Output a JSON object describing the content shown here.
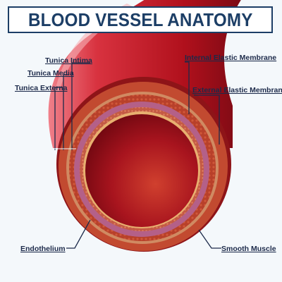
{
  "title": "BLOOD VESSEL ANATOMY",
  "labels": {
    "tunica_intima": "Tunica Intima",
    "tunica_media": "Tunica Media",
    "tunica_externa": "Tunica Externa",
    "internal_elastic_membrane": "Internal Elastic Membrane",
    "external_elastic_membrane": "External Elastic Membrane",
    "endothelium": "Endothelium",
    "smooth_muscle": "Smooth Muscle"
  },
  "colors": {
    "title_border": "#1c3e66",
    "title_text": "#1c3e66",
    "label_text": "#1c2a4a",
    "vessel_outer": "#c0242e",
    "tunica_externa": "#c0492f",
    "tunica_media": "#c97a5a",
    "elastic_membrane": "#b0507a",
    "tunica_intima": "#c86a50",
    "lumen": "#a8141e"
  }
}
